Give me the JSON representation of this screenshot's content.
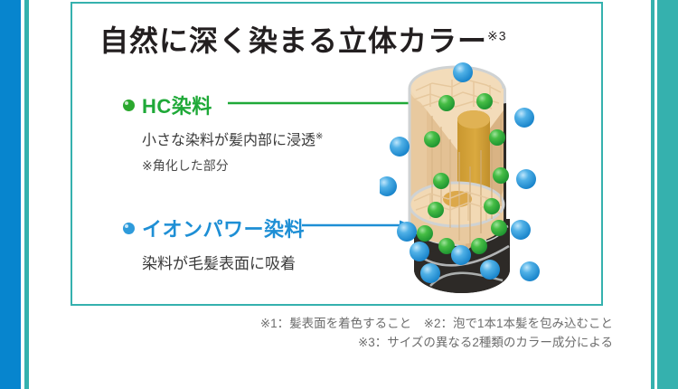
{
  "page": {
    "title": "自然に深く染まる立体カラー",
    "title_superscript": "※3"
  },
  "colors": {
    "edge_blue": "#0785CE",
    "edge_teal": "#35B1AE",
    "panel_border": "#35B1AE",
    "hc_green": "#1FA938",
    "ion_blue": "#1E8FD5",
    "sphere_green": "#2BA82E",
    "sphere_blue": "#2E9BDB",
    "cortex_tan": "#F0D3A8",
    "medulla_gold": "#D4A53C",
    "cuticle_black": "#2D2A27",
    "title_text": "#231f20",
    "footnote_text": "#6d6d6d"
  },
  "callouts": [
    {
      "id": "hc",
      "bullet_color": "green",
      "label": "HC染料",
      "description": "小さな染料が髪内部に浸透",
      "description_mark": "※",
      "note": "※角化した部分",
      "arrow_color": "#1FA938"
    },
    {
      "id": "ion",
      "bullet_color": "blue",
      "label": "イオンパワー染料",
      "description": "染料が毛髪表面に吸着",
      "description_mark": "",
      "note": "",
      "arrow_color": "#1E8FD5"
    }
  ],
  "illustration": {
    "name": "hair-strand-cross-section",
    "green_particle_count": 12,
    "blue_particle_count": 12,
    "description_parts": [
      "cuticle",
      "cortex",
      "medulla"
    ]
  },
  "footnotes": [
    "※1：髪表面を着色すること　※2：泡で1本1本髪を包み込むこと",
    "※3：サイズの異なる2種類のカラー成分による"
  ]
}
